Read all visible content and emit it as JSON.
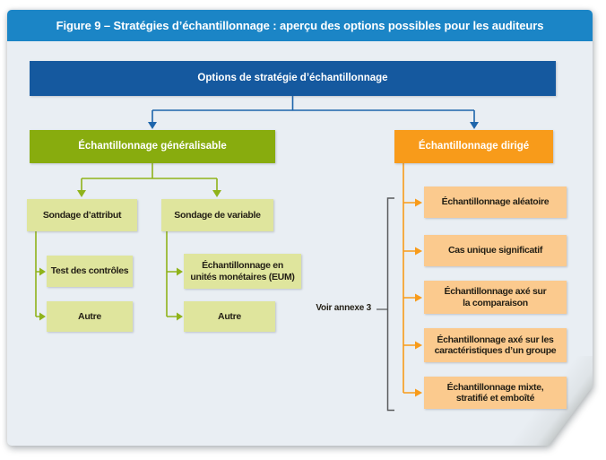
{
  "figure": {
    "title": "Figure 9 – Stratégies d’échantillonnage : aperçu des options possibles pour les auditeurs"
  },
  "root": {
    "label": "Options de stratégie d’échantillonnage"
  },
  "generalizable": {
    "label": "Échantillonnage généralisable",
    "attribute": {
      "label": "Sondage d’attribut",
      "children": [
        "Test des contrôles",
        "Autre"
      ]
    },
    "variable": {
      "label": "Sondage de variable",
      "children": [
        "Échantillonnage en\nunités monétaires (EUM)",
        "Autre"
      ]
    }
  },
  "directed": {
    "label": "Échantillonnage dirigé",
    "note": "Voir annexe 3",
    "children": [
      "Échantillonnage aléatoire",
      "Cas unique significatif",
      "Échantillonnage axé sur\nla comparaison",
      "Échantillonnage axé sur les\ncaractéristiques d’un groupe",
      "Échantillonnage mixte,\nstratifié et emboîté"
    ]
  },
  "colors": {
    "title_bar": "#1b85c6",
    "root_box": "#15599f",
    "generalizable_box": "#88ac0e",
    "generalizable_light": "#dfe59d",
    "directed_box": "#f89b1a",
    "directed_light": "#fbca8e",
    "connector_blue": "#1d65ab",
    "connector_green": "#8fb31a",
    "connector_orange": "#f89b1a",
    "bracket": "#595a5c",
    "canvas": "#e9eef3"
  }
}
